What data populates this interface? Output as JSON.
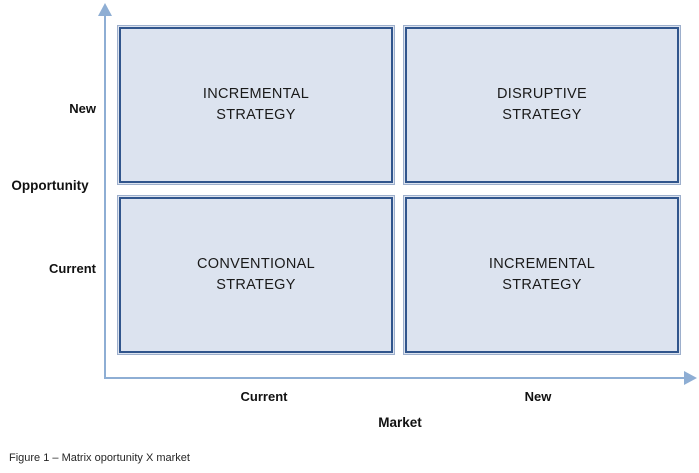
{
  "figure": {
    "caption": "Figure 1 – Matrix oportunity X market"
  },
  "axes": {
    "y": {
      "title": "Opportunity",
      "ticks": [
        "New",
        "Current"
      ],
      "arrow_icon": "arrow-up-icon"
    },
    "x": {
      "title": "Market",
      "ticks": [
        "Current",
        "New"
      ],
      "arrow_icon": "arrow-right-icon"
    }
  },
  "quadrants": [
    {
      "id": "top-left",
      "market": "Current",
      "opportunity": "New",
      "label": "INCREMENTAL\nSTRATEGY"
    },
    {
      "id": "top-right",
      "market": "New",
      "opportunity": "New",
      "label": "DISRUPTIVE\nSTRATEGY"
    },
    {
      "id": "bottom-left",
      "market": "Current",
      "opportunity": "Current",
      "label": "CONVENTIONAL\nSTRATEGY"
    },
    {
      "id": "bottom-right",
      "market": "New",
      "opportunity": "Current",
      "label": "INCREMENTAL\nSTRATEGY"
    }
  ],
  "colors": {
    "quadrant_fill": "#dce3ef",
    "quadrant_border": "#31558c",
    "quadrant_outer_border": "#9dafcc",
    "axis": "#8eaed4",
    "text": "#111111",
    "caption_text": "#262626"
  },
  "chart_data": {
    "type": "table",
    "title": "Figure 1 – Matrix oportunity X market",
    "xlabel": "Market",
    "ylabel": "Opportunity",
    "x_categories": [
      "Current",
      "New"
    ],
    "y_categories": [
      "New",
      "Current"
    ],
    "cells": [
      {
        "x": "Current",
        "y": "New",
        "value": "INCREMENTAL STRATEGY"
      },
      {
        "x": "New",
        "y": "New",
        "value": "DISRUPTIVE STRATEGY"
      },
      {
        "x": "Current",
        "y": "Current",
        "value": "CONVENTIONAL STRATEGY"
      },
      {
        "x": "New",
        "y": "Current",
        "value": "INCREMENTAL STRATEGY"
      }
    ],
    "grid": false,
    "legend": "none"
  }
}
